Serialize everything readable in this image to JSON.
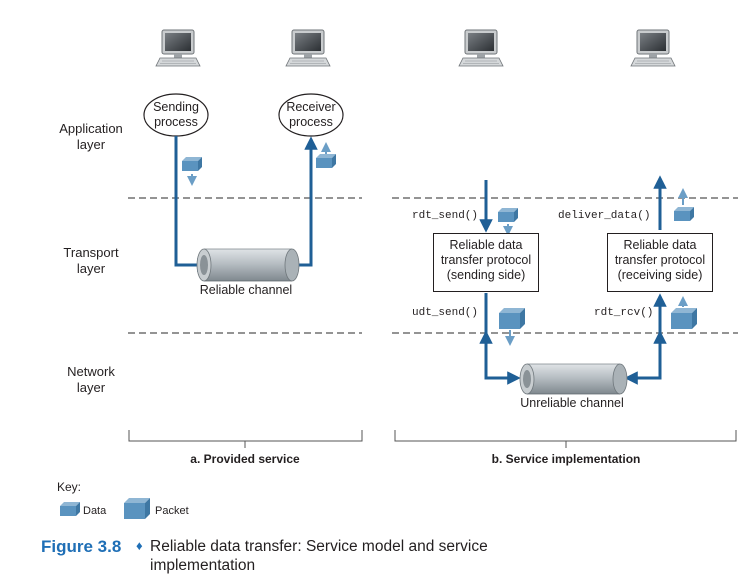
{
  "layers": {
    "application": [
      "Application",
      "layer"
    ],
    "transport": [
      "Transport",
      "layer"
    ],
    "network": [
      "Network",
      "layer"
    ]
  },
  "panel_a": {
    "sending_process": [
      "Sending",
      "process"
    ],
    "receiver_process": [
      "Receiver",
      "process"
    ],
    "channel_label": "Reliable channel",
    "caption": "a. Provided service"
  },
  "panel_b": {
    "rdt_send": "rdt_send()",
    "udt_send": "udt_send()",
    "deliver_data": "deliver_data()",
    "rdt_rcv": "rdt_rcv()",
    "sender_box": [
      "Reliable data",
      "transfer protocol",
      "(sending side)"
    ],
    "receiver_box": [
      "Reliable data",
      "transfer protocol",
      "(receiving side)"
    ],
    "channel_label": "Unreliable channel",
    "caption": "b. Service implementation"
  },
  "key": {
    "title": "Key:",
    "data_label": "Data",
    "packet_label": "Packet"
  },
  "figure": {
    "number": "Figure 3.8",
    "separator": "♦",
    "caption_line1": "Reliable data transfer: Service model and service",
    "caption_line2": "implementation"
  },
  "colors": {
    "arrow": "#1f5f96",
    "packet": "#5a93bf",
    "figure_title": "#1f6fb6"
  }
}
